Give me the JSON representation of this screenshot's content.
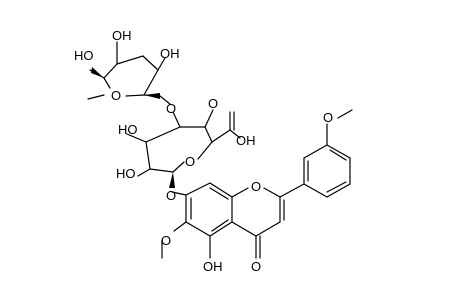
{
  "labels": {
    "o_link_rha_glcA": "O",
    "o_ring_rha": "O",
    "oh_rha_left": "HO",
    "oh_rha_top": "OH",
    "oh_rha_right": "OH",
    "oh_glcA_3": "HO",
    "oh_glcA_4": "HO",
    "o_ring_glcA": "O",
    "cooh_carbonyl_o": "O",
    "cooh_oh": "OH",
    "o_glycosidic": "O",
    "o_pyran_ring": "O",
    "o_methoxy_a": "O",
    "oh_c5": "OH",
    "o_ketone": "O",
    "o_methoxy_b": "O"
  },
  "colors": {
    "ink": "#000000",
    "background": "#ffffff"
  }
}
